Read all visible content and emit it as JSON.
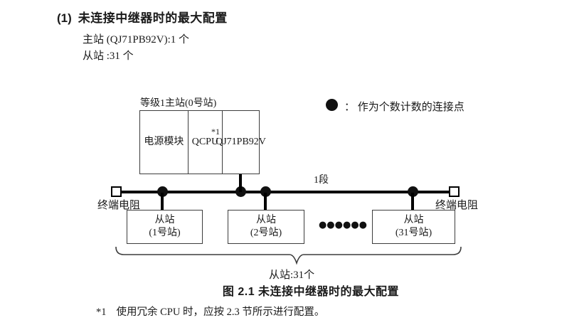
{
  "colors": {
    "text": "#1a1a1a",
    "line": "#000000",
    "box_border": "#3d3d3d",
    "background": "#ffffff"
  },
  "heading": {
    "number": "(1)",
    "title": "未连接中继器时的最大配置",
    "master_count": "主站 (QJ71PB92V):1 个",
    "slave_count": "从站 :31 个"
  },
  "diagram": {
    "master": {
      "label": "等级1主站(0号站)",
      "modules": [
        {
          "label": "电源模块"
        },
        {
          "label": "QCPU",
          "superscript": "*1"
        },
        {
          "label_line1": "QJ71",
          "label_line2": "PB92V"
        }
      ]
    },
    "legend": {
      "text": "：  作为个数计数的连接点"
    },
    "segment_label": "1段",
    "terminators": {
      "left": "终端电阻",
      "right": "终端电阻"
    },
    "slaves": [
      {
        "line1": "从站",
        "line2": "(1号站)"
      },
      {
        "line1": "从站",
        "line2": "(2号站)"
      },
      {
        "line1": "从站",
        "line2": "(31号站)"
      }
    ],
    "ellipsis": "●●●●●●",
    "brace_label": "从站:31个"
  },
  "caption": "图 2.1 未连接中继器时的最大配置",
  "footnote": {
    "marker": "*1",
    "text": "使用冗余 CPU 时，应按 2.3 节所示进行配置。"
  }
}
